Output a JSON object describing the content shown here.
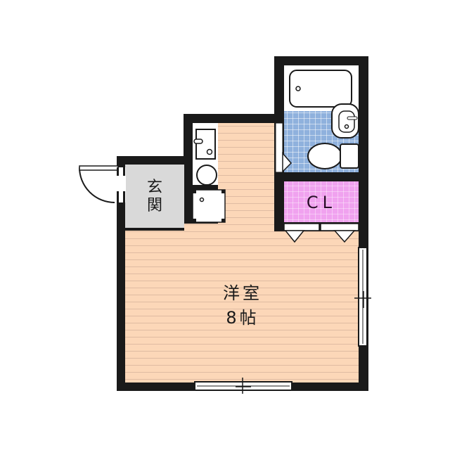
{
  "floorplan": {
    "rooms": [
      {
        "id": "western-room",
        "label": "洋室",
        "size": "8帖",
        "color": "#fcd7b8"
      },
      {
        "id": "entrance",
        "label_line1": "玄",
        "label_line2": "関",
        "color": "#d9d9d9"
      },
      {
        "id": "closet",
        "label": "CL",
        "color": "#f0a2ef"
      },
      {
        "id": "bathroom",
        "label": "",
        "color": "#8fb1dd"
      }
    ],
    "colors": {
      "wall": "#1a1a1a",
      "floor_line": "#d9b8a0",
      "tile_line": "#ffffff"
    }
  }
}
